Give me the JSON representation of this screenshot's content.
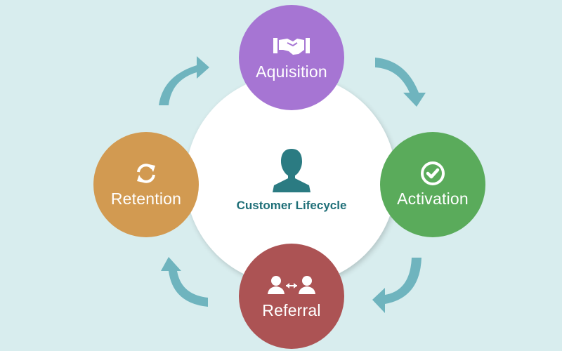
{
  "diagram": {
    "title": "Customer Lifecycle",
    "center_icon": "person-icon",
    "stages": [
      {
        "id": "aquisition",
        "label": "Aquisition",
        "icon": "handshake-icon",
        "color": "#a675d3"
      },
      {
        "id": "activation",
        "label": "Activation",
        "icon": "check-circle-icon",
        "color": "#5aab5b"
      },
      {
        "id": "referral",
        "label": "Referral",
        "icon": "people-exchange-icon",
        "color": "#ac5354"
      },
      {
        "id": "retention",
        "label": "Retention",
        "icon": "refresh-icon",
        "color": "#d29a51"
      }
    ],
    "flow": [
      "aquisition",
      "activation",
      "referral",
      "retention",
      "aquisition"
    ],
    "colors": {
      "background": "#d8edee",
      "center_circle": "#ffffff",
      "arrow": "#6fb4be",
      "title": "#1f6f78"
    }
  }
}
